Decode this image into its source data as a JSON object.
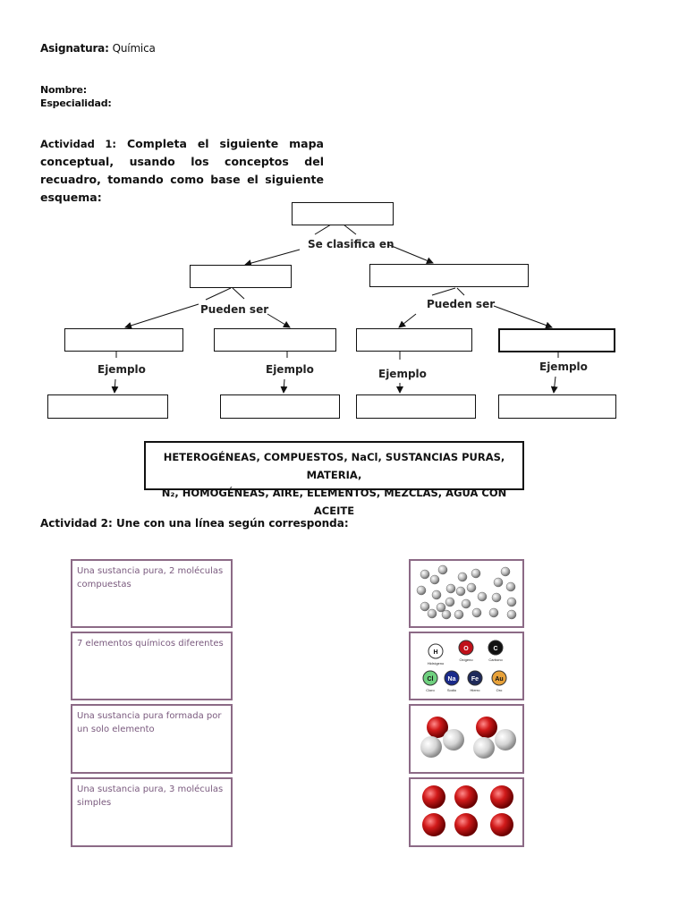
{
  "header": {
    "subject_label": "Asignatura:",
    "subject_value": "Química",
    "name_label": "Nombre:",
    "specialty_label": "Especialidad:"
  },
  "activity1": {
    "title": "Actividad 1:",
    "text": "Completa el siguiente mapa conceptual, usando los conceptos del recuadro, tomando como base el siguiente esquema:",
    "connectors": {
      "classified": "Se clasifica en",
      "can_be_left": "Pueden ser",
      "can_be_right": "Pueden ser",
      "example_1": "Ejemplo",
      "example_2": "Ejemplo",
      "example_3": "Ejemplo",
      "example_4": "Ejemplo"
    },
    "concepts_line1": "HETEROGÉNEAS, COMPUESTOS, NaCl, SUSTANCIAS PURAS, MATERIA,",
    "concepts_line2": "N₂, HOMOGÉNEAS, AIRE, ELEMENTOS, MEZCLAS, AGUA CON ACEITE"
  },
  "activity2": {
    "title": "Actividad 2: Une con una línea según corresponda:",
    "cards": [
      "Una sustancia pura, 2 moléculas compuestas",
      "7 elementos químicos diferentes",
      "Una sustancia pura formada por un solo elemento",
      "Una sustancia pura, 3 moléculas simples"
    ],
    "elements": [
      {
        "symbol": "H",
        "name": "Hidrógeno",
        "color": "#ffffff"
      },
      {
        "symbol": "O",
        "name": "Oxígeno",
        "color": "#c0111a"
      },
      {
        "symbol": "C",
        "name": "Carbono",
        "color": "#111111"
      },
      {
        "symbol": "Cl",
        "name": "Cloro",
        "color": "#6fd17f"
      },
      {
        "symbol": "Na",
        "name": "Sodio",
        "color": "#1a2a8a"
      },
      {
        "symbol": "Fe",
        "name": "Hierro",
        "color": "#1f2a5a"
      },
      {
        "symbol": "Au",
        "name": "Oro",
        "color": "#e8a23a"
      }
    ]
  },
  "colors": {
    "card_border": "#8c6a86",
    "card_text": "#7a5a7e"
  }
}
